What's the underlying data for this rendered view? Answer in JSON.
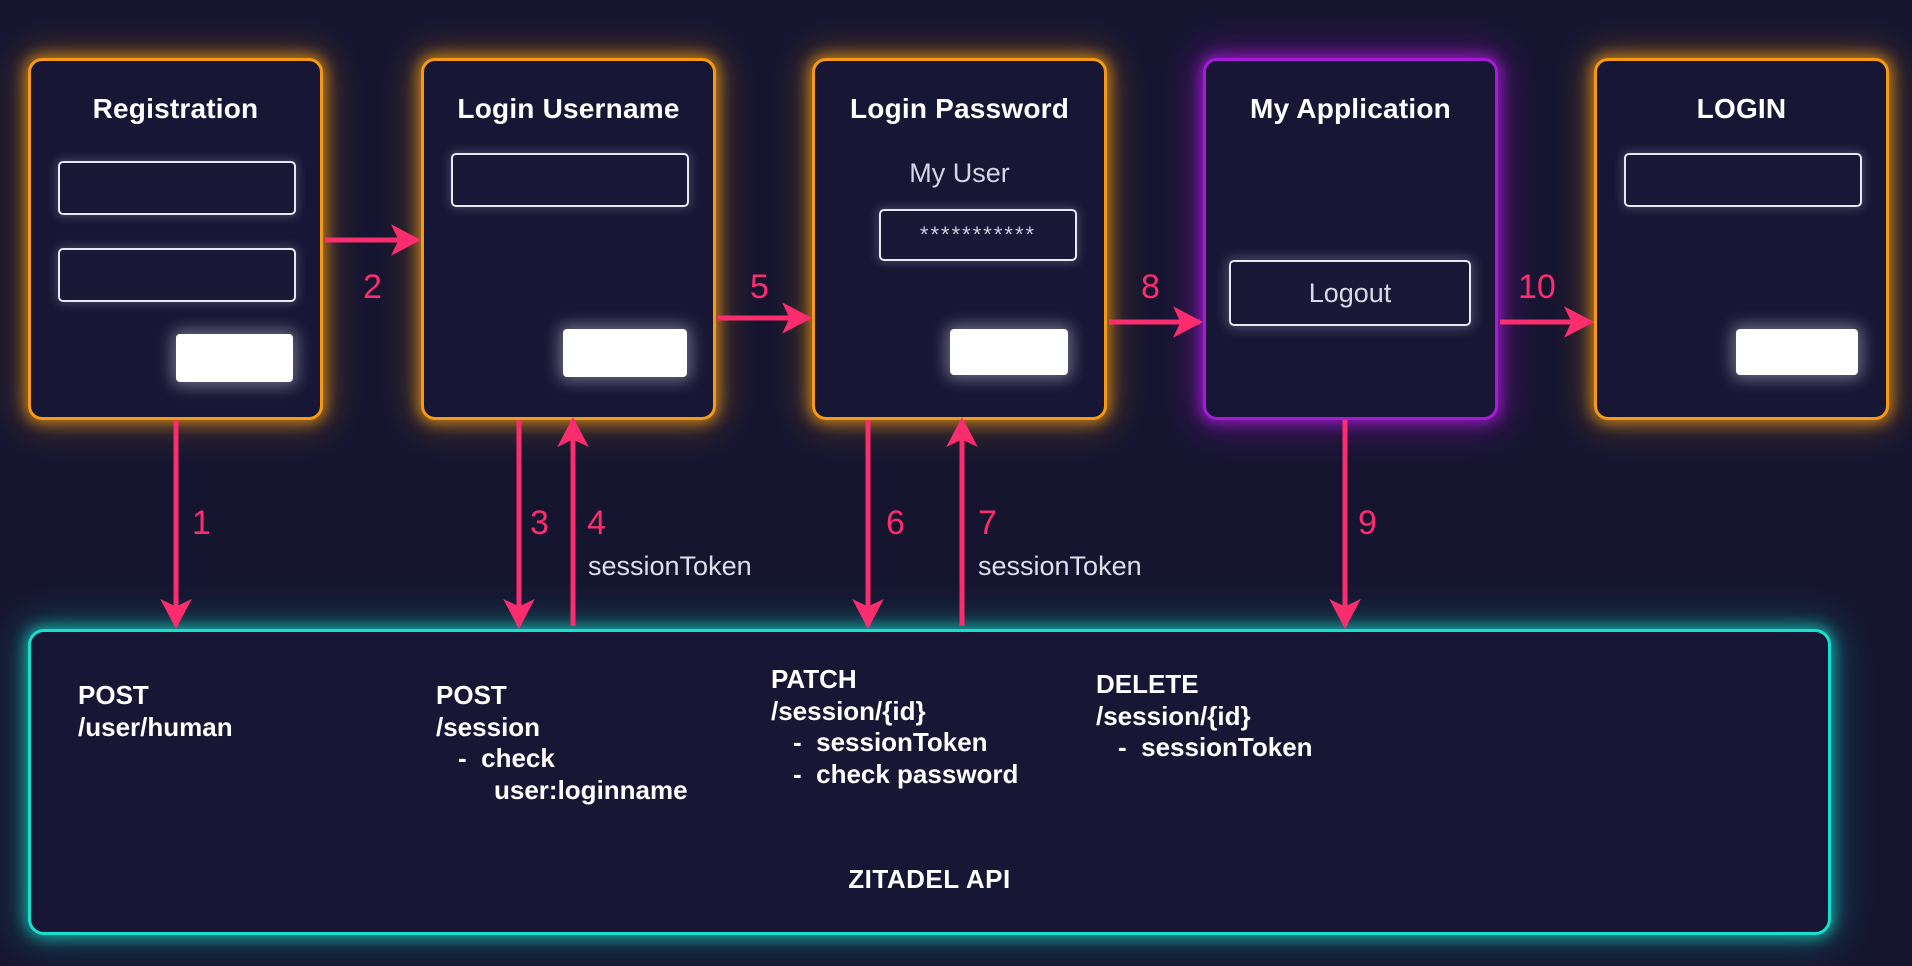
{
  "theme": {
    "background": "#161530",
    "card_background": "#171634",
    "orange_border": "#F59A12",
    "purple_border": "#A51BD6",
    "cyan_border": "#16E0CB",
    "arrow_color": "#FB2D6F",
    "text_color": "#FFFFFF",
    "muted_text_color": "#D5D7E6"
  },
  "screens": [
    {
      "id": "registration",
      "title": "Registration",
      "border": "orange",
      "fields": [],
      "has_submit": true
    },
    {
      "id": "login-username",
      "title": "Login Username",
      "border": "orange",
      "fields": [],
      "has_submit": true
    },
    {
      "id": "login-password",
      "title": "Login Password",
      "border": "orange",
      "user_label": "My User",
      "password_value": "***********",
      "has_submit": true
    },
    {
      "id": "my-application",
      "title": "My Application",
      "border": "purple",
      "logout_label": "Logout"
    },
    {
      "id": "login",
      "title": "LOGIN",
      "border": "orange",
      "fields": [],
      "has_submit": true
    }
  ],
  "arrows": [
    {
      "id": "a1",
      "number": "1",
      "label": ""
    },
    {
      "id": "a2",
      "number": "2",
      "label": ""
    },
    {
      "id": "a3",
      "number": "3",
      "label": ""
    },
    {
      "id": "a4",
      "number": "4",
      "label": "sessionToken"
    },
    {
      "id": "a5",
      "number": "5",
      "label": ""
    },
    {
      "id": "a6",
      "number": "6",
      "label": ""
    },
    {
      "id": "a7",
      "number": "7",
      "label": "sessionToken"
    },
    {
      "id": "a8",
      "number": "8",
      "label": ""
    },
    {
      "id": "a9",
      "number": "9",
      "label": ""
    },
    {
      "id": "a10",
      "number": "10",
      "label": ""
    }
  ],
  "api": {
    "title": "ZITADEL API",
    "endpoints": [
      {
        "id": "post-user-human",
        "method": "POST",
        "path": "/user/human",
        "params": []
      },
      {
        "id": "post-session",
        "method": "POST",
        "path": "/session",
        "params": [
          "-  check",
          "user:loginname"
        ]
      },
      {
        "id": "patch-session",
        "method": "PATCH",
        "path": "/session/{id}",
        "params": [
          "-  sessionToken",
          "-  check password"
        ]
      },
      {
        "id": "delete-session",
        "method": "DELETE",
        "path": "/session/{id}",
        "params": [
          "-  sessionToken"
        ]
      }
    ]
  }
}
